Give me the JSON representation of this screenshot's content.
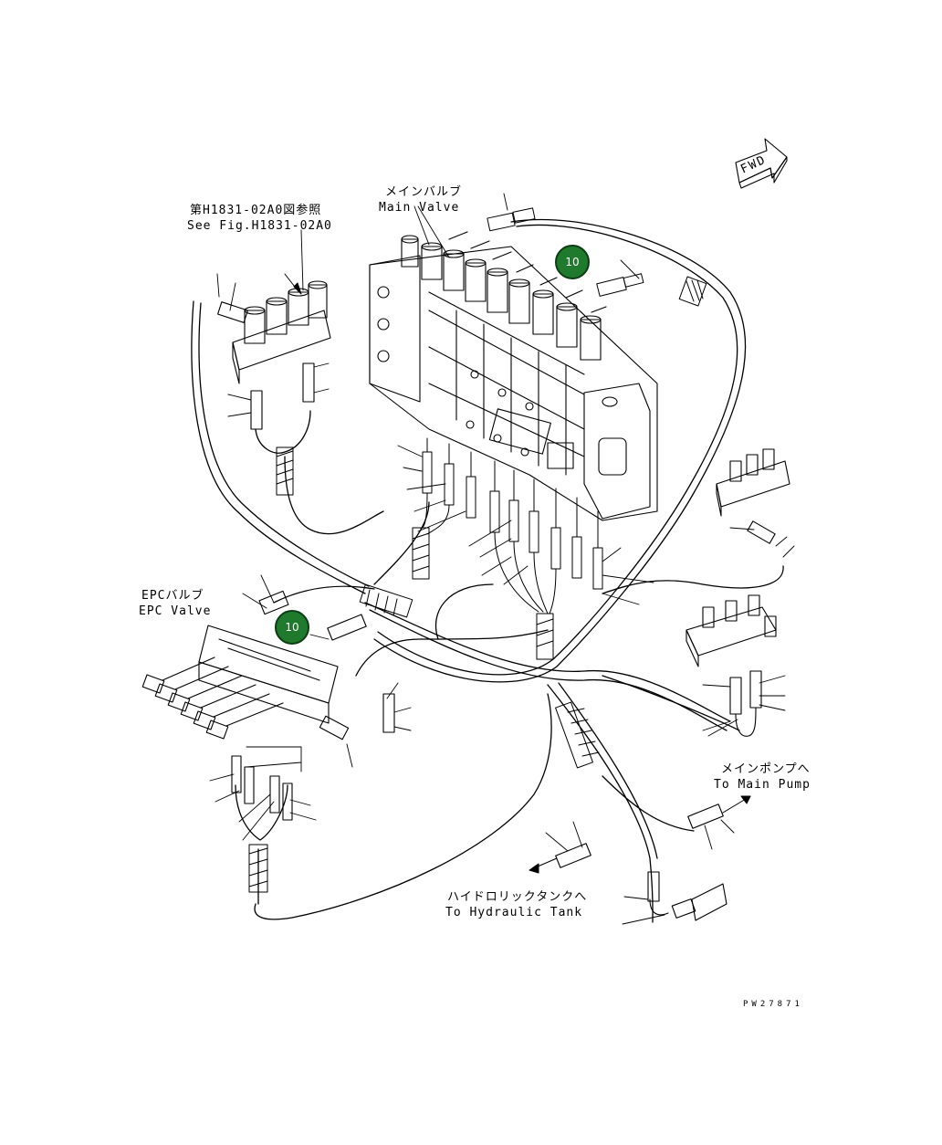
{
  "labels": {
    "main_valve_jp": "メインバルブ",
    "main_valve_en": "Main Valve",
    "see_fig_jp": "第H1831-02A0図参照",
    "see_fig_en": "See Fig.H1831-02A0",
    "epc_valve_jp": "EPCバルブ",
    "epc_valve_en": "EPC Valve",
    "main_pump_jp": "メインポンプへ",
    "main_pump_en": "To Main Pump",
    "hyd_tank_jp": "ハイドロリックタンクへ",
    "hyd_tank_en": "To Hydraulic Tank",
    "fwd": "FWD"
  },
  "callouts": [
    {
      "id": "callout-main-valve",
      "text": "10"
    },
    {
      "id": "callout-epc-valve",
      "text": "10"
    }
  ],
  "drawing_code": "PW27871",
  "colors": {
    "callout_fill": "#1f7a2e",
    "line": "#000000"
  }
}
